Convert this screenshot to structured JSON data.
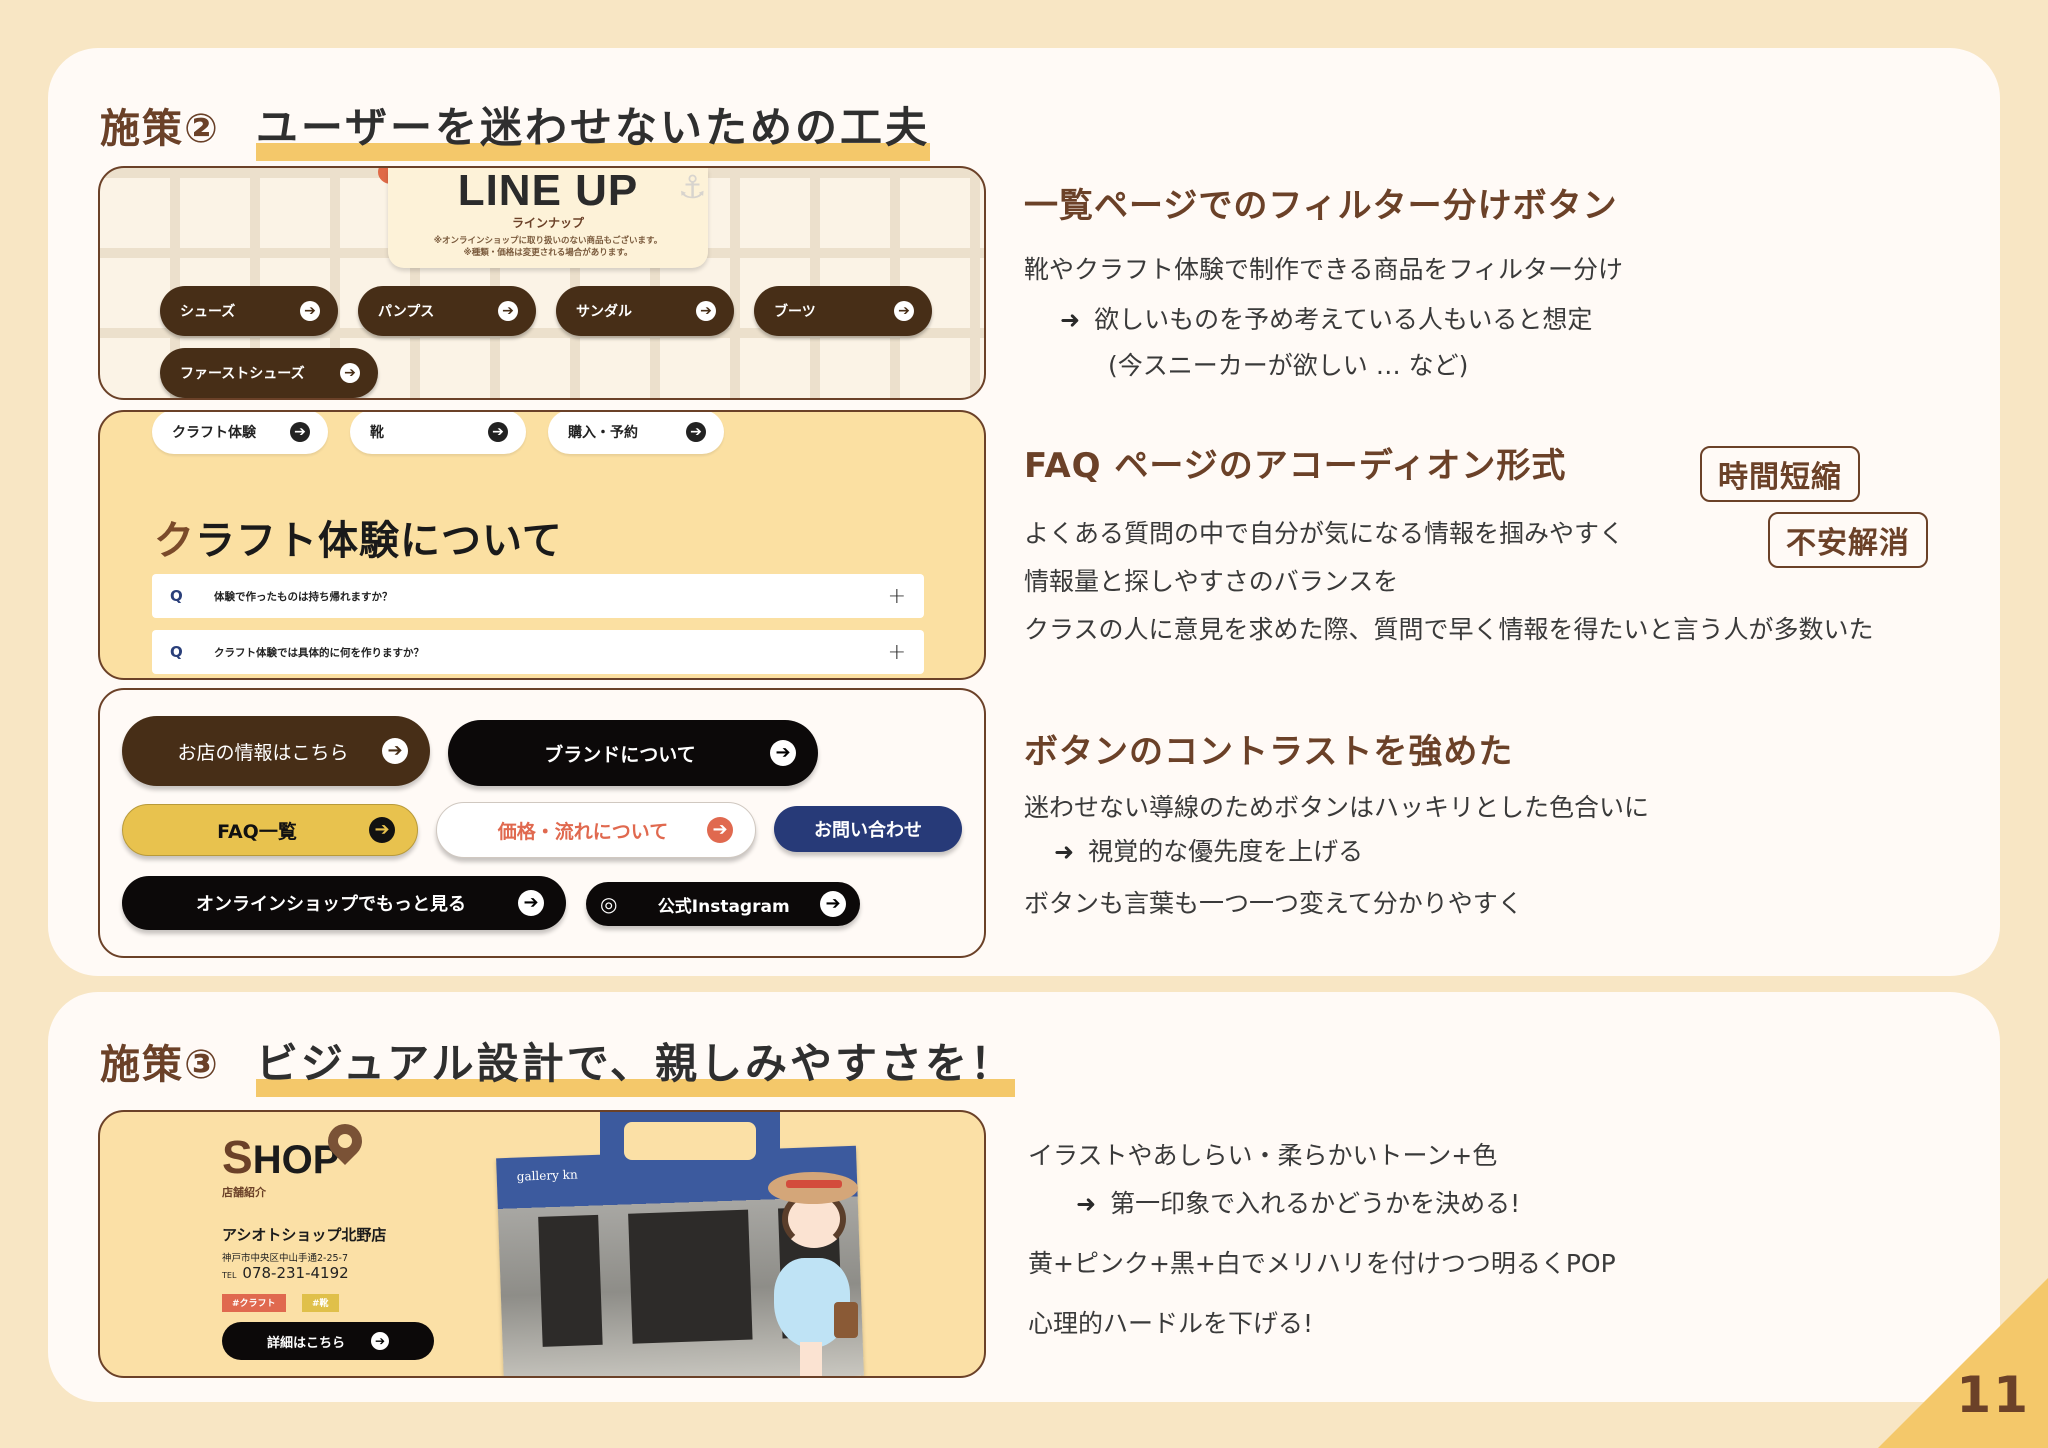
{
  "page_number": "11",
  "colors": {
    "background": "#f8e6c4",
    "card": "#fffaf6",
    "accent_brown": "#6b4128",
    "highlight_yellow": "#f4c86a"
  },
  "section2": {
    "number": "施策②",
    "title": "ユーザーを迷わせないための工夫",
    "lineup_panel": {
      "title": "LINE UP",
      "subtitle": "ラインナップ",
      "notes": [
        "※オンラインショップに取り扱いのない商品もございます。",
        "※種類・価格は変更される場合があります。"
      ],
      "filter_buttons": [
        "シューズ",
        "パンプス",
        "サンダル",
        "ブーツ",
        "ファーストシューズ"
      ]
    },
    "faq_panel": {
      "category_buttons": [
        "クラフト体験",
        "靴",
        "購入・予約"
      ],
      "heading_first": "ク",
      "heading_rest": "ラフト体験について",
      "q_label": "Q",
      "questions": [
        "体験で作ったものは持ち帰れますか？",
        "クラフト体験では具体的に何を作りますか？"
      ],
      "expand_icon": "+"
    },
    "buttons_panel": {
      "buttons": [
        {
          "label": "お店の情報はこちら",
          "bg": "#472e17",
          "fg": "#ffffff"
        },
        {
          "label": "ブランドについて",
          "bg": "#0c0909",
          "fg": "#ffffff"
        },
        {
          "label": "FAQ一覧",
          "bg": "#e8c24e",
          "fg": "#111111"
        },
        {
          "label": "価格・流れについて",
          "bg": "#ffffff",
          "fg": "#e0694f"
        },
        {
          "label": "お問い合わせ",
          "bg": "#273a78",
          "fg": "#ffffff"
        },
        {
          "label": "オンラインショップでもっと見る",
          "bg": "#0c0909",
          "fg": "#ffffff"
        },
        {
          "label": "公式Instagram",
          "bg": "#0c0909",
          "fg": "#ffffff"
        }
      ]
    },
    "points": [
      {
        "heading": "一覧ページでのフィルター分けボタン",
        "lines": [
          "靴やクラフト体験で制作できる商品をフィルター分け",
          "欲しいものを予め考えている人もいると想定",
          "(今スニーカーが欲しい … など)"
        ]
      },
      {
        "heading": "FAQ ページのアコーディオン形式",
        "badges": [
          "時間短縮",
          "不安解消"
        ],
        "lines": [
          "よくある質問の中で自分が気になる情報を掴みやすく",
          "情報量と探しやすさのバランスを",
          "クラスの人に意見を求めた際、質問で早く情報を得たいと言う人が多数いた"
        ]
      },
      {
        "heading": "ボタンのコントラストを強めた",
        "lines": [
          "迷わせない導線のためボタンはハッキリとした色合いに",
          "視覚的な優先度を上げる",
          "ボタンも言葉も一つ一つ変えて分かりやすく"
        ]
      }
    ]
  },
  "section3": {
    "number": "施策③",
    "title": "ビジュアル設計で、親しみやすさを！",
    "shop_panel": {
      "logo_s": "S",
      "logo_rest": "HOP",
      "subtitle": "店舗紹介",
      "name": "アシオトショップ北野店",
      "address": "神戸市中央区中山手通2-25-7",
      "tel_label": "TEL",
      "tel": "078-231-4192",
      "tags": [
        "#クラフト",
        "#靴"
      ],
      "button": "詳細はこちら",
      "photo_sign": "gallery kn"
    },
    "lines": [
      "イラストやあしらい・柔らかいトーン+色",
      "第一印象で入れるかどうかを決める!",
      "黄+ピンク+黒+白でメリハリを付けつつ明るくPOP",
      "心理的ハードルを下げる!"
    ]
  },
  "icons": {
    "arrow": "➜",
    "circle_arrow": "➔",
    "instagram": "◎",
    "anchor": "⚓"
  }
}
